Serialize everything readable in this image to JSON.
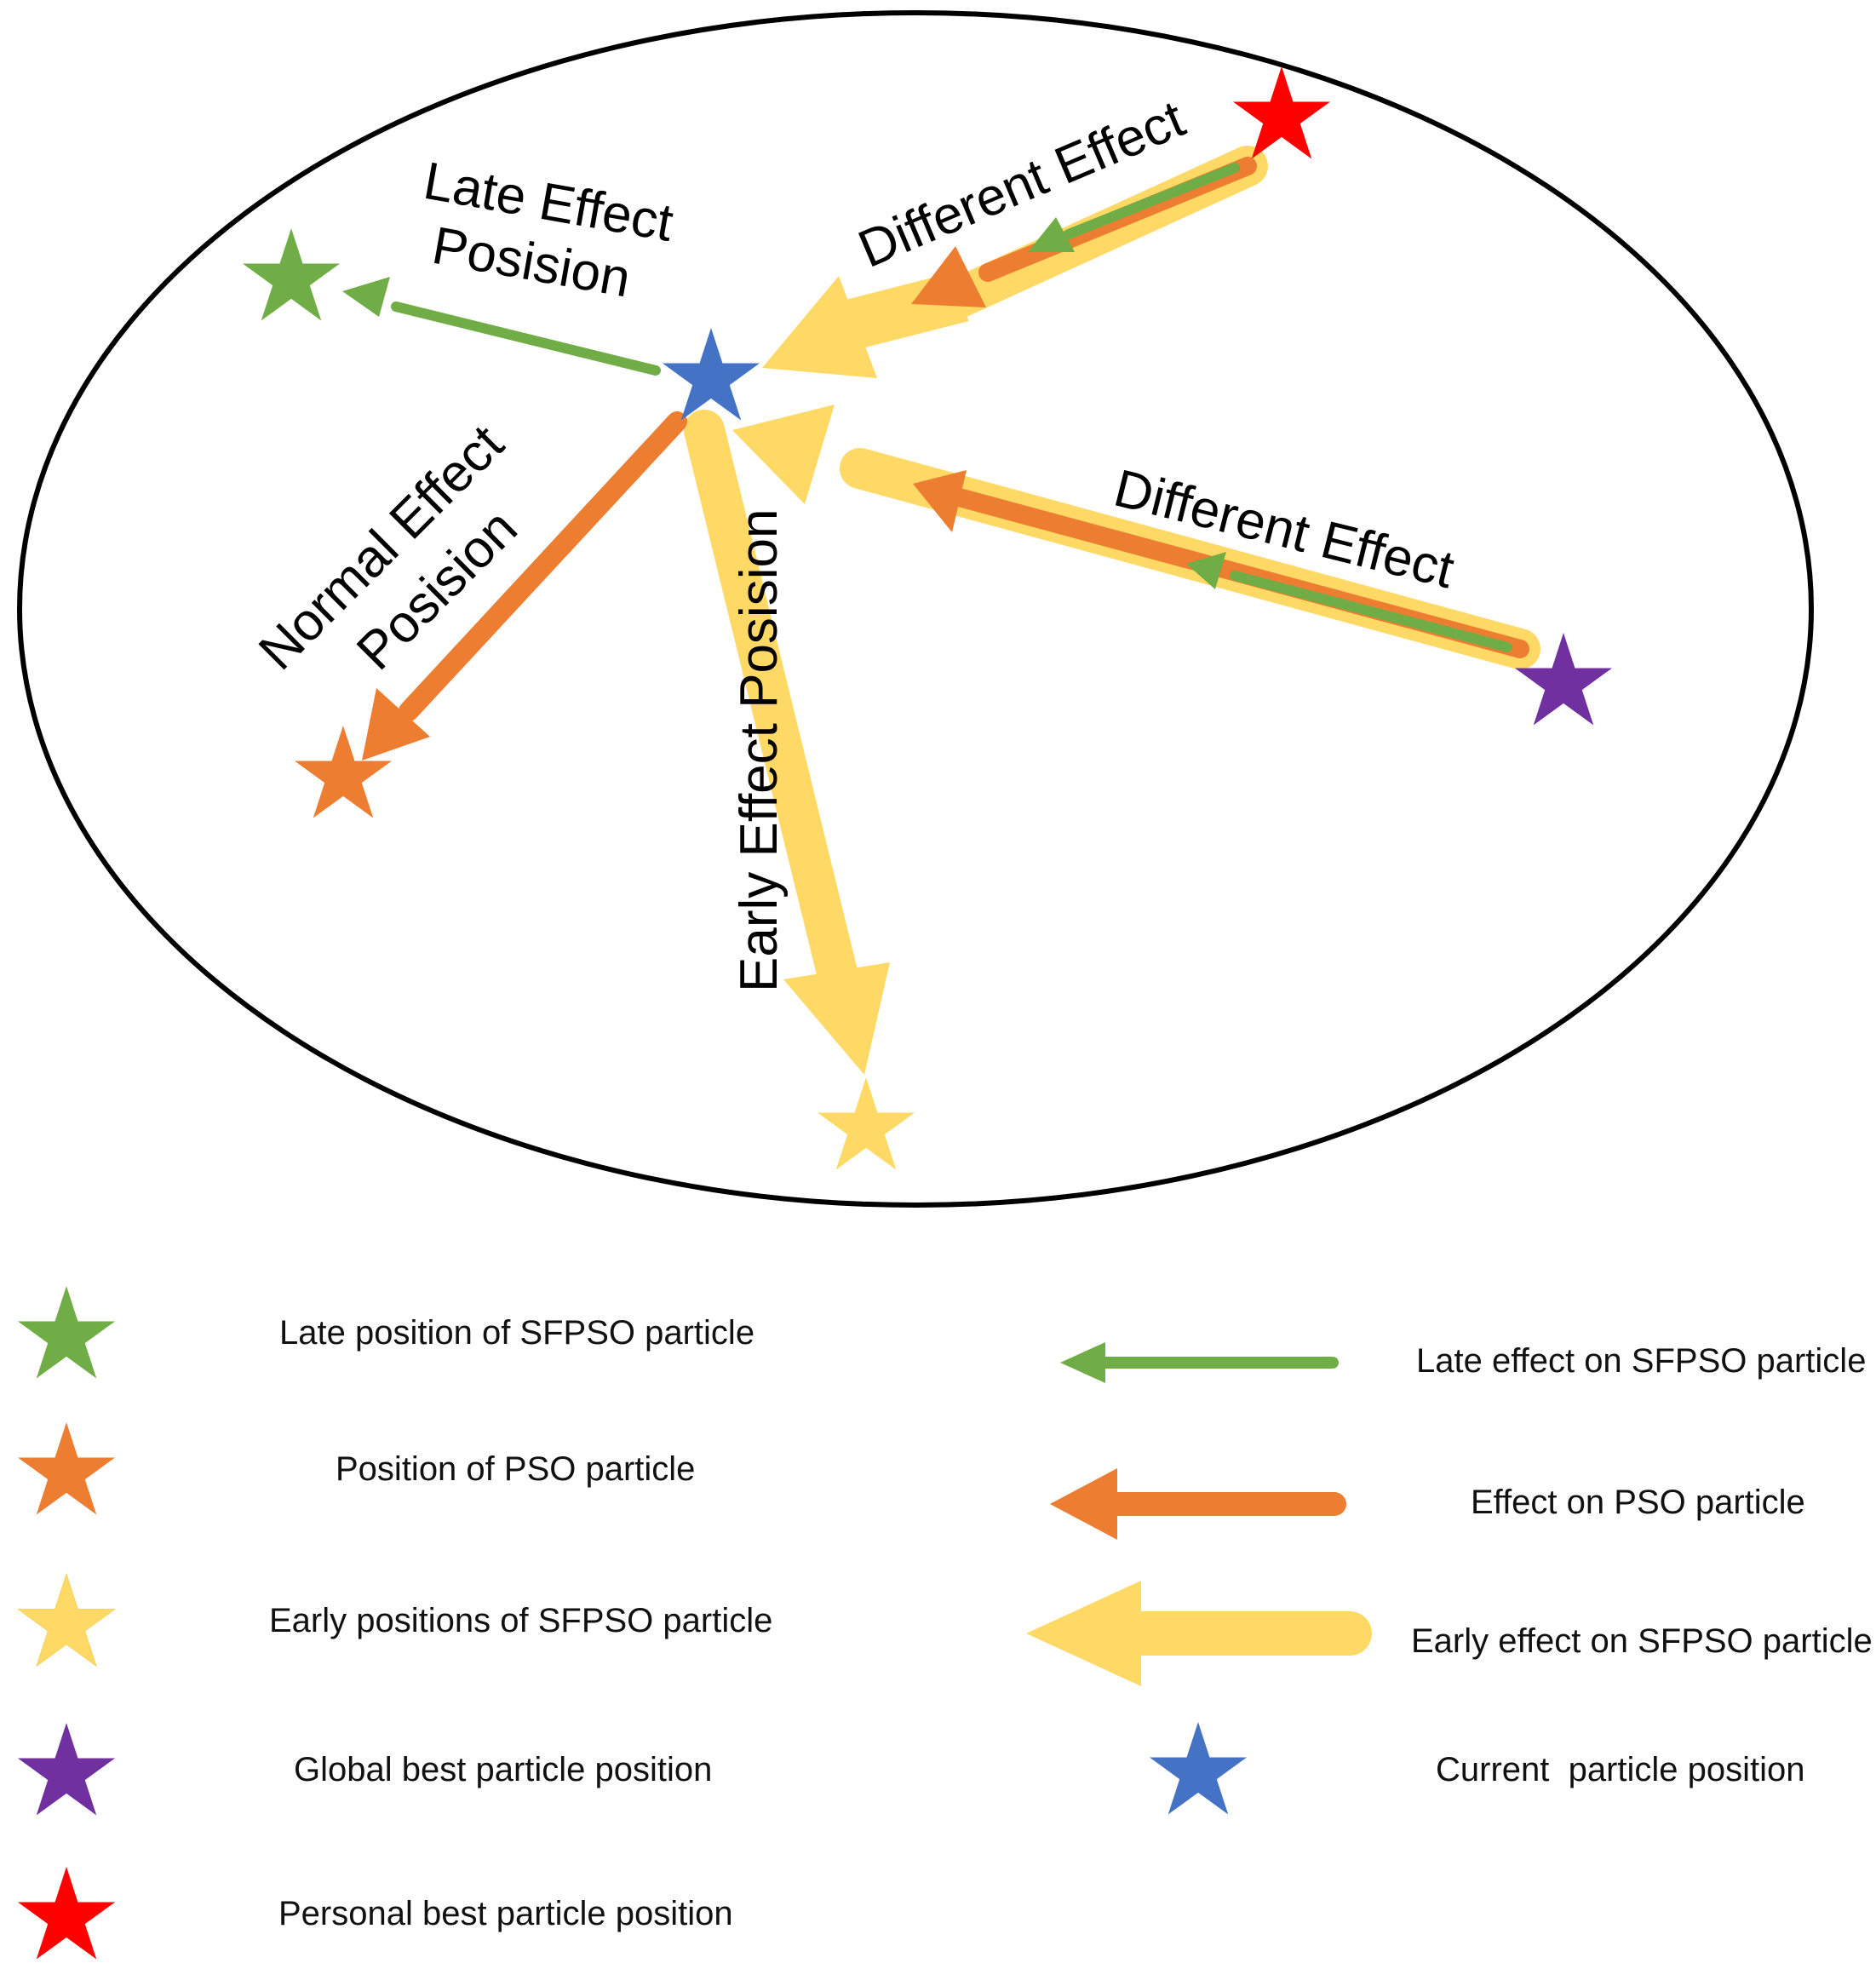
{
  "colors": {
    "late_sfpso": "#70AD47",
    "pso": "#ED7D31",
    "early_sfpso": "#FFD966",
    "global_best": "#7030A0",
    "personal_best": "#FF0000",
    "current": "#4472C4",
    "outline": "#000000"
  },
  "diagram": {
    "late_effect_label_line1": "Late Effect",
    "late_effect_label_line2": "Posision",
    "normal_effect_label_line1": "Normal Effect",
    "normal_effect_label_line2": "Posision",
    "early_effect_label": "Early Effect Posision",
    "different_effect_top": "Different Effect",
    "different_effect_right": "Different Effect"
  },
  "legend": {
    "stars": [
      {
        "icon": "green-star-icon",
        "label": "Late position of SFPSO particle"
      },
      {
        "icon": "orange-star-icon",
        "label": "Position of PSO particle"
      },
      {
        "icon": "yellow-star-icon",
        "label": "Early positions of SFPSO particle"
      },
      {
        "icon": "purple-star-icon",
        "label": "Global best particle position"
      },
      {
        "icon": "red-star-icon",
        "label": "Personal best particle position"
      }
    ],
    "arrows": [
      {
        "icon": "green-arrow-icon",
        "label": "Late effect on SFPSO particle"
      },
      {
        "icon": "orange-arrow-icon",
        "label": "Effect on PSO particle"
      },
      {
        "icon": "yellow-arrow-icon",
        "label": "Early effect on SFPSO particle"
      },
      {
        "icon": "blue-star-icon",
        "label": "Current  particle position"
      }
    ]
  }
}
